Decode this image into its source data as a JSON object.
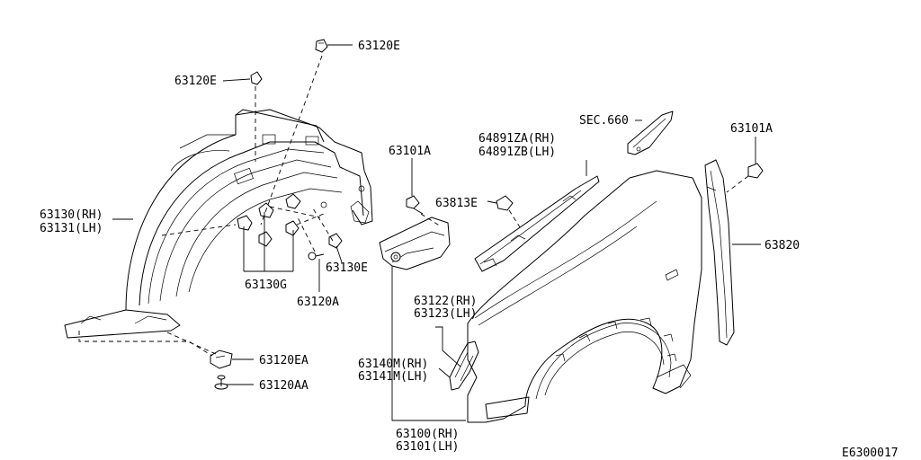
{
  "labels": {
    "l_63120e_top": "63120E",
    "l_63120e_left": "63120E",
    "l_63130_rh": "63130(RH)",
    "l_63131_lh": "63131(LH)",
    "l_63130g": "63130G",
    "l_63120a": "63120A",
    "l_63130e": "63130E",
    "l_63120ea": "63120EA",
    "l_63120aa": "63120AA",
    "l_63101a_mid": "63101A",
    "l_63813e": "63813E",
    "l_64891za": "64891ZA(RH)",
    "l_64891zb": "64891ZB(LH)",
    "l_sec660": "SEC.660",
    "l_63101a_right": "63101A",
    "l_63820": "63820",
    "l_63122_rh": "63122(RH)",
    "l_63123_lh": "63123(LH)",
    "l_63140m_rh": "63140M(RH)",
    "l_63141m_lh": "63141M(LH)",
    "l_63100_rh": "63100(RH)",
    "l_63101_lh": "63101(LH)",
    "diagram_code": "E6300017"
  }
}
